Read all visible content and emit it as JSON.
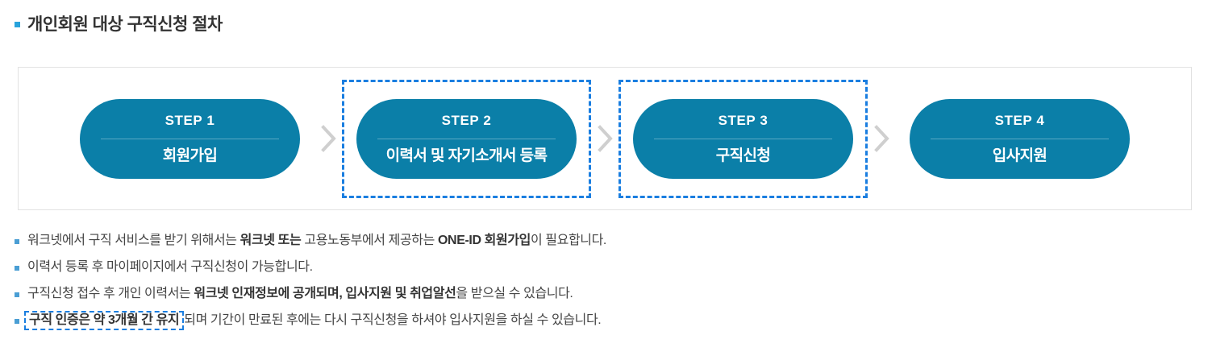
{
  "section": {
    "title": "개인회원 대상 구직신청 절차",
    "bullet_icon": "square-bullet-icon",
    "accent_color": "#29a3dc"
  },
  "flow": {
    "pill_color": "#0b7fa8",
    "highlight_color": "#1a7ee0",
    "chevron_icon": "chevron-right-icon",
    "steps": [
      {
        "label": "STEP 1",
        "name": "회원가입",
        "highlighted": false
      },
      {
        "label": "STEP 2",
        "name": "이력서 및 자기소개서 등록",
        "highlighted": true
      },
      {
        "label": "STEP 3",
        "name": "구직신청",
        "highlighted": true
      },
      {
        "label": "STEP 4",
        "name": "입사지원",
        "highlighted": false
      }
    ]
  },
  "notes": [
    {
      "parts": [
        {
          "text": "워크넷에서 구직 서비스를 받기 위해서는 ",
          "bold": false
        },
        {
          "text": "워크넷 또는",
          "bold": true
        },
        {
          "text": " 고용노동부에서 제공하는 ",
          "bold": false
        },
        {
          "text": "ONE-ID 회원가입",
          "bold": true
        },
        {
          "text": "이 필요합니다.",
          "bold": false
        }
      ]
    },
    {
      "parts": [
        {
          "text": "이력서 등록 후 마이페이지에서 구직신청이 가능합니다.",
          "bold": false
        }
      ]
    },
    {
      "parts": [
        {
          "text": "구직신청 접수 후 개인 이력서는 ",
          "bold": false
        },
        {
          "text": "워크넷 인재정보에 공개되며, 입사지원 및 취업알선",
          "bold": true
        },
        {
          "text": "을 받으실 수 있습니다.",
          "bold": false
        }
      ]
    },
    {
      "parts": [
        {
          "text": "구직 인증은 약 3개월 간 유지",
          "bold": true,
          "boxed": true
        },
        {
          "text": "되며 기간이 만료된 후에는 다시 구직신청을 하셔야 입사지원을 하실 수 있습니다.",
          "bold": false
        }
      ]
    }
  ]
}
